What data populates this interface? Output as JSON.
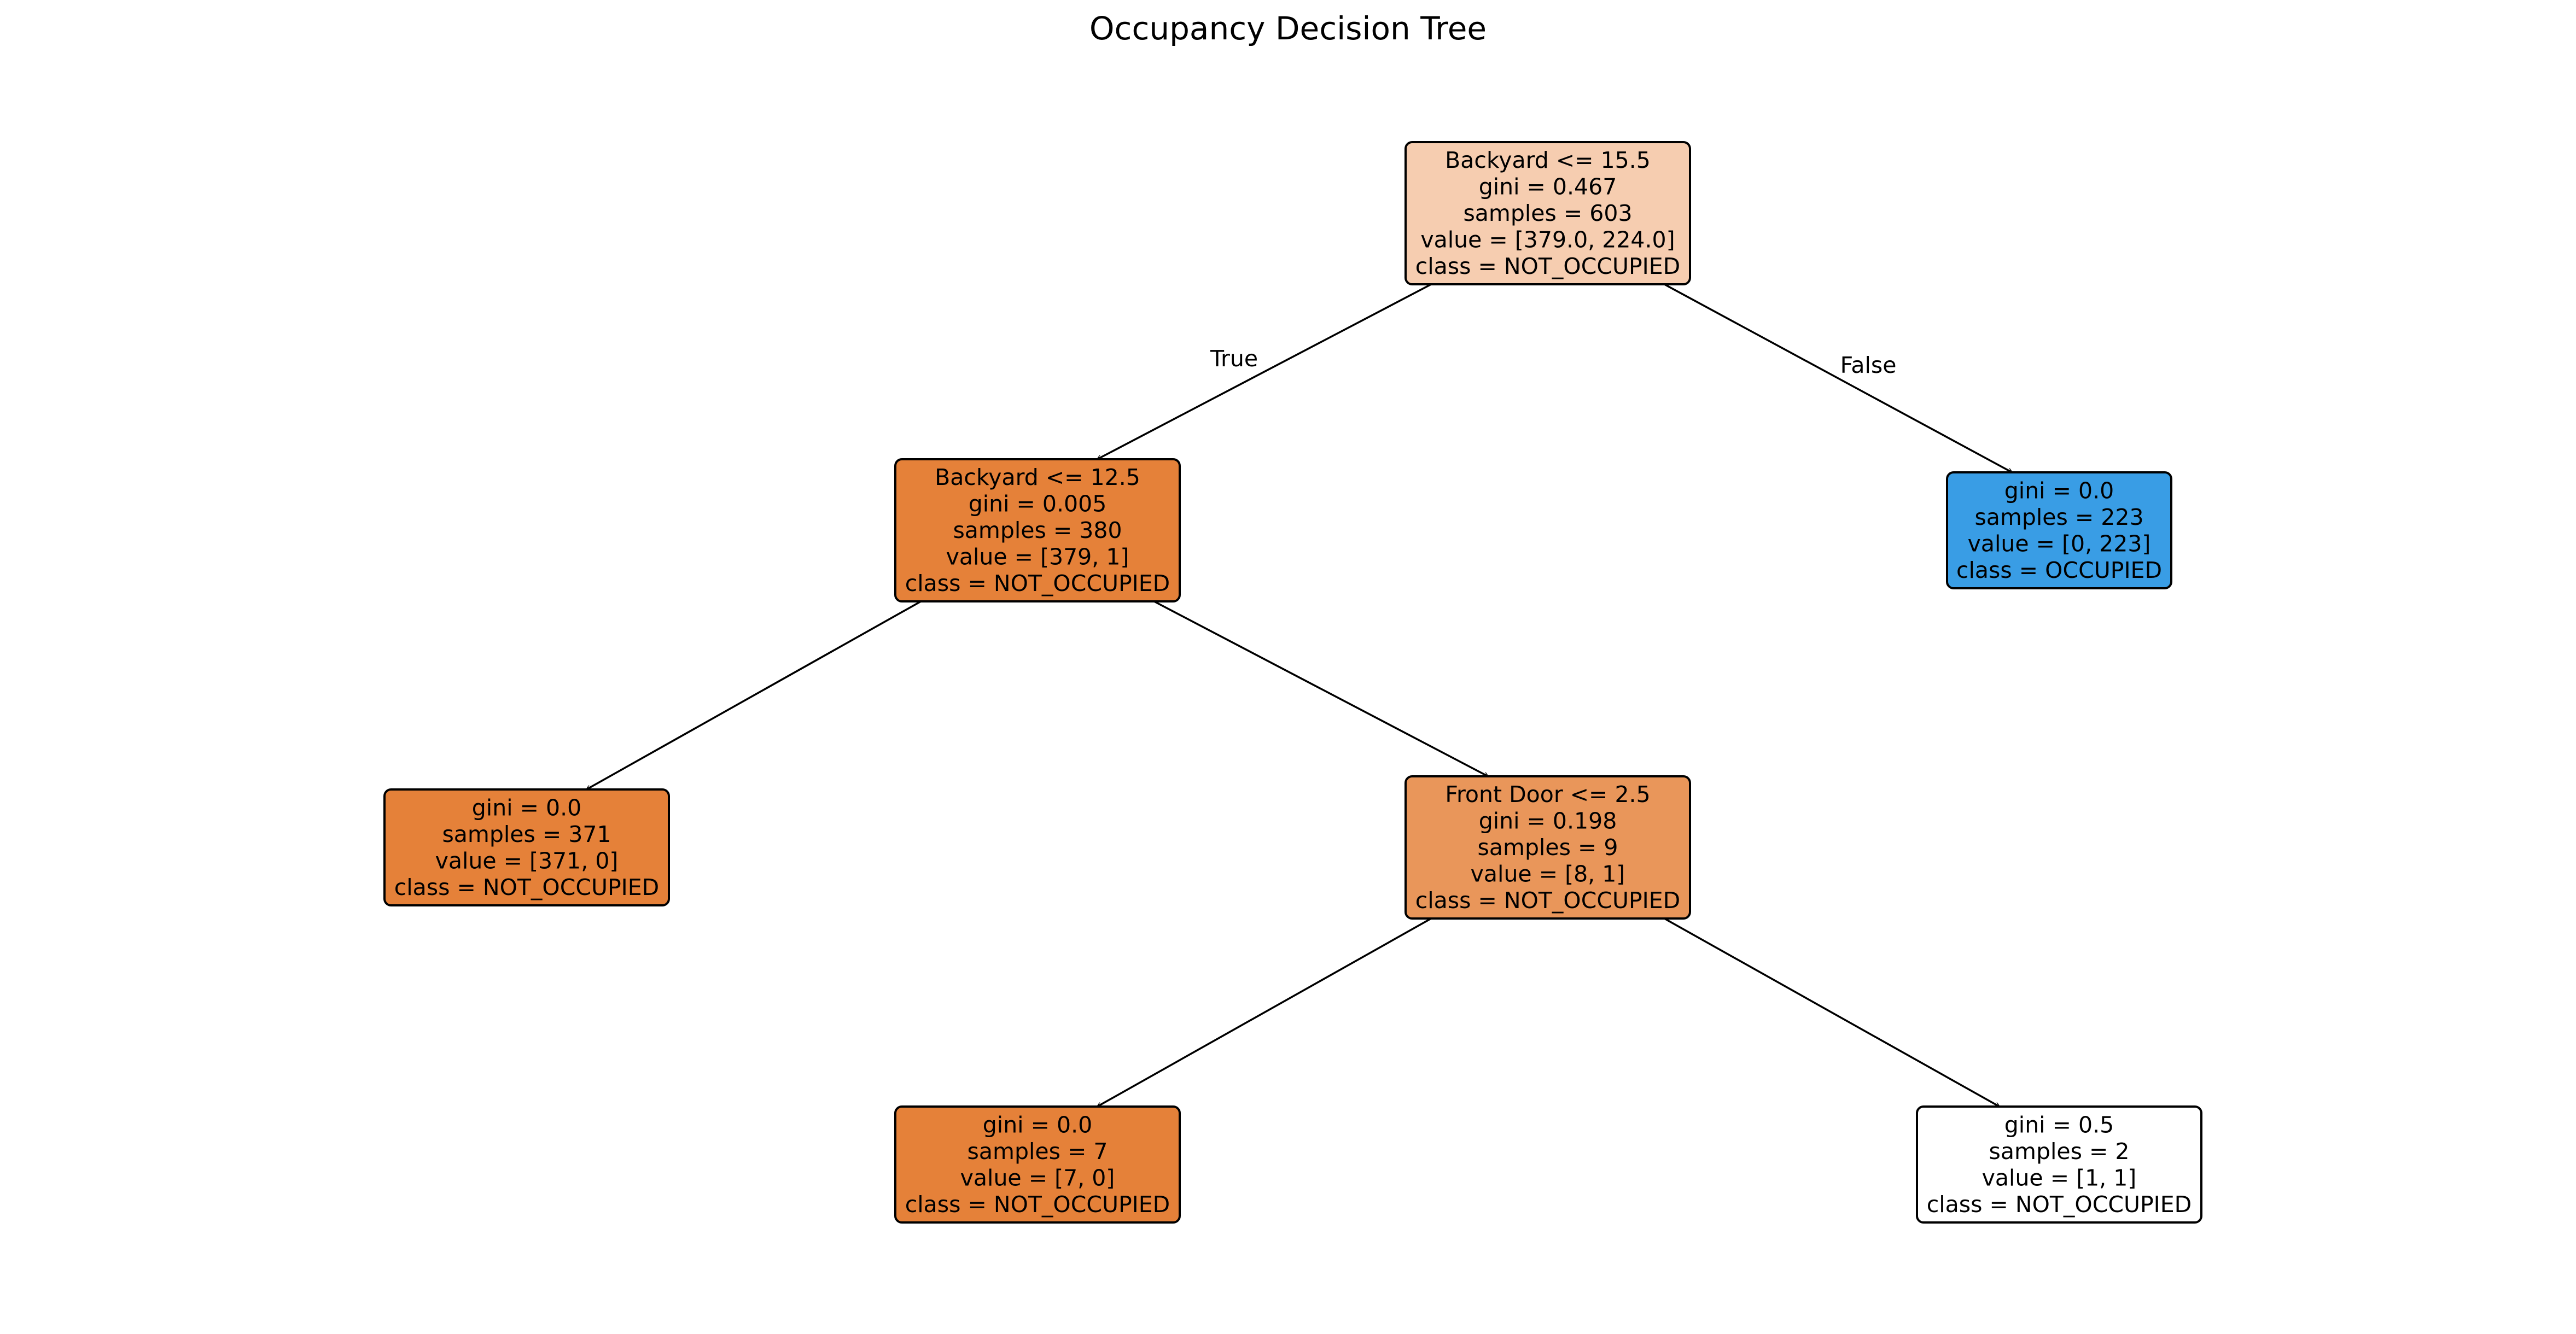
{
  "title": "Occupancy Decision Tree",
  "colors": {
    "not_occupied_strong": "#e58139",
    "not_occupied_medium": "#e9965a",
    "not_occupied_light": "#f6cdb0",
    "occupied": "#399de5",
    "neutral": "#ffffff",
    "border": "#000000"
  },
  "nodes": [
    {
      "id": "root",
      "lines": [
        "Backyard <= 15.5",
        "gini = 0.467",
        "samples = 603",
        "value = [379.0, 224.0]",
        "class = NOT_OCCUPIED"
      ],
      "fill": "#f6cdb0"
    },
    {
      "id": "left-1",
      "lines": [
        "Backyard <= 12.5",
        "gini = 0.005",
        "samples = 380",
        "value = [379, 1]",
        "class = NOT_OCCUPIED"
      ],
      "fill": "#e58139"
    },
    {
      "id": "right-1",
      "lines": [
        "gini = 0.0",
        "samples = 223",
        "value = [0, 223]",
        "class = OCCUPIED"
      ],
      "fill": "#399de5"
    },
    {
      "id": "left-2",
      "lines": [
        "gini = 0.0",
        "samples = 371",
        "value = [371, 0]",
        "class = NOT_OCCUPIED"
      ],
      "fill": "#e58139"
    },
    {
      "id": "mid-2",
      "lines": [
        "Front Door <= 2.5",
        "gini = 0.198",
        "samples = 9",
        "value = [8, 1]",
        "class = NOT_OCCUPIED"
      ],
      "fill": "#e9965a"
    },
    {
      "id": "left-3",
      "lines": [
        "gini = 0.0",
        "samples = 7",
        "value = [7, 0]",
        "class = NOT_OCCUPIED"
      ],
      "fill": "#e58139"
    },
    {
      "id": "right-3",
      "lines": [
        "gini = 0.5",
        "samples = 2",
        "value = [1, 1]",
        "class = NOT_OCCUPIED"
      ],
      "fill": "#ffffff"
    }
  ],
  "edges": [
    {
      "from": "root",
      "to": "left-1",
      "label": "True"
    },
    {
      "from": "root",
      "to": "right-1",
      "label": "False"
    },
    {
      "from": "left-1",
      "to": "left-2",
      "label": ""
    },
    {
      "from": "left-1",
      "to": "mid-2",
      "label": ""
    },
    {
      "from": "mid-2",
      "to": "left-3",
      "label": ""
    },
    {
      "from": "mid-2",
      "to": "right-3",
      "label": ""
    }
  ]
}
